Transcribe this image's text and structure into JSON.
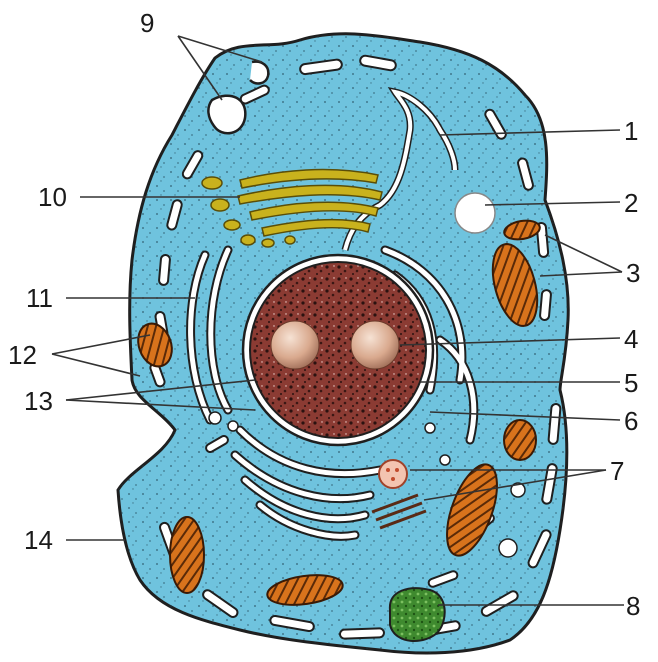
{
  "labels": [
    {
      "id": "1",
      "text": "1"
    },
    {
      "id": "2",
      "text": "2"
    },
    {
      "id": "3",
      "text": "3"
    },
    {
      "id": "4",
      "text": "4"
    },
    {
      "id": "5",
      "text": "5"
    },
    {
      "id": "6",
      "text": "6"
    },
    {
      "id": "7",
      "text": "7"
    },
    {
      "id": "8",
      "text": "8"
    },
    {
      "id": "9",
      "text": "9"
    },
    {
      "id": "10",
      "text": "10"
    },
    {
      "id": "11",
      "text": "11"
    },
    {
      "id": "12",
      "text": "12"
    },
    {
      "id": "13",
      "text": "13"
    },
    {
      "id": "14",
      "text": "14"
    }
  ],
  "colors": {
    "cytoplasm": "#6fc3de",
    "outline": "#1f1f1f",
    "nucleus": "#8a3a32",
    "nucleolus": "#e9c4ad",
    "mitochondria": "#d8731c",
    "golgi": "#c9b21d",
    "chloro_like": "#3f8a2f"
  }
}
